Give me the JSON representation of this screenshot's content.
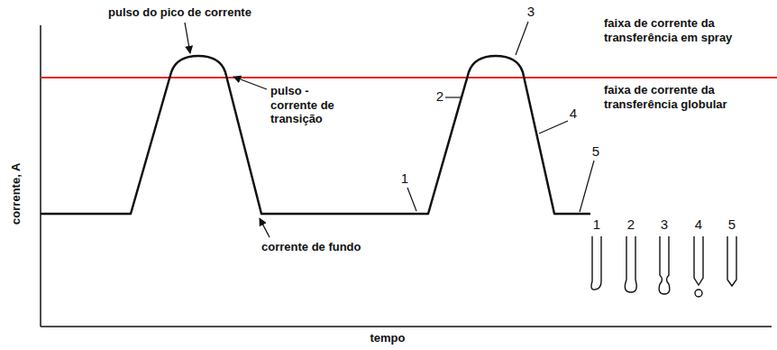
{
  "diagram": {
    "labels": [
      "pulso do pico de corrente",
      "faixa de corrente da transferência em spray",
      "faixa de corrente da transferência globular",
      "pulso - corrente de transição",
      "corrente de fundo",
      "corrente, A",
      "tempo",
      "1",
      "2",
      "3",
      "4",
      "5",
      "1",
      "2",
      "3",
      "4",
      "5"
    ]
  }
}
